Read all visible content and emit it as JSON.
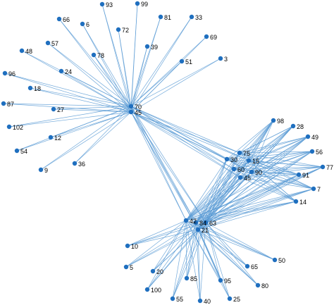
{
  "graph": {
    "edge_color": "#5b9bd5",
    "node_color": "#1f6fbf",
    "hubs": [
      {
        "id": "70",
        "label": "70",
        "neighbors": [
          "93",
          "99",
          "66",
          "6",
          "72",
          "81",
          "33",
          "57",
          "78",
          "39",
          "69",
          "48",
          "51",
          "3",
          "96",
          "24",
          "18",
          "87",
          "27",
          "102",
          "12",
          "54",
          "9",
          "36",
          "75",
          "30",
          "15",
          "60",
          "90",
          "45b",
          "42",
          "84",
          "63",
          "21"
        ]
      },
      {
        "id": "45a",
        "label": "45",
        "neighbors": [
          "93",
          "99",
          "66",
          "6",
          "72",
          "81",
          "33",
          "57",
          "78",
          "39",
          "69",
          "48",
          "51",
          "3",
          "96",
          "24",
          "18",
          "87",
          "27",
          "102",
          "12",
          "54",
          "9",
          "36",
          "75",
          "30",
          "15",
          "60",
          "90",
          "45b",
          "42",
          "84",
          "63",
          "21"
        ]
      },
      {
        "id": "42",
        "label": "42",
        "neighbors": [
          "10",
          "5",
          "20",
          "100",
          "55",
          "85",
          "40",
          "95",
          "25",
          "80",
          "65",
          "50",
          "75",
          "30",
          "15",
          "60",
          "90",
          "45b",
          "98",
          "28",
          "49",
          "56",
          "77",
          "91",
          "7",
          "14"
        ]
      },
      {
        "id": "84",
        "label": "84",
        "neighbors": [
          "10",
          "5",
          "20",
          "100",
          "55",
          "85",
          "40",
          "95",
          "25",
          "80",
          "65",
          "50",
          "75",
          "30",
          "15",
          "60",
          "90",
          "45b",
          "98",
          "28",
          "49",
          "56",
          "77",
          "91",
          "7",
          "14"
        ]
      },
      {
        "id": "63",
        "label": "63",
        "neighbors": [
          "10",
          "5",
          "20",
          "100",
          "55",
          "85",
          "40",
          "95",
          "25",
          "80",
          "65",
          "50",
          "75",
          "30",
          "15",
          "60",
          "90",
          "45b",
          "98",
          "28",
          "49",
          "56",
          "77",
          "91",
          "7",
          "14"
        ]
      },
      {
        "id": "21",
        "label": "21",
        "neighbors": [
          "10",
          "5",
          "20",
          "100",
          "55",
          "85",
          "40",
          "95",
          "25",
          "80",
          "65",
          "50",
          "75",
          "30",
          "15",
          "60",
          "90",
          "45b",
          "98",
          "28",
          "49",
          "56",
          "77",
          "91",
          "7",
          "14"
        ]
      },
      {
        "id": "75",
        "label": "75",
        "neighbors": [
          "98",
          "28",
          "49",
          "56",
          "77",
          "91",
          "7",
          "14"
        ]
      },
      {
        "id": "30",
        "label": "30",
        "neighbors": [
          "98",
          "28",
          "49",
          "56",
          "77",
          "91",
          "7",
          "14"
        ]
      },
      {
        "id": "15",
        "label": "15",
        "neighbors": [
          "98",
          "28",
          "49",
          "56",
          "77",
          "91",
          "7",
          "14"
        ]
      },
      {
        "id": "60",
        "label": "60",
        "neighbors": [
          "98",
          "28",
          "49",
          "56",
          "77",
          "91",
          "7",
          "14"
        ]
      },
      {
        "id": "90",
        "label": "90",
        "neighbors": [
          "98",
          "28",
          "49",
          "56",
          "77",
          "91",
          "7",
          "14"
        ]
      },
      {
        "id": "45b",
        "label": "45",
        "neighbors": [
          "98",
          "28",
          "49",
          "56",
          "77",
          "91",
          "7",
          "14"
        ]
      }
    ],
    "nodes": [
      {
        "id": "93",
        "label": "93"
      },
      {
        "id": "99",
        "label": "99"
      },
      {
        "id": "66",
        "label": "66"
      },
      {
        "id": "6",
        "label": "6"
      },
      {
        "id": "72",
        "label": "72"
      },
      {
        "id": "81",
        "label": "81"
      },
      {
        "id": "33",
        "label": "33"
      },
      {
        "id": "57",
        "label": "57"
      },
      {
        "id": "78",
        "label": "78"
      },
      {
        "id": "39",
        "label": "39"
      },
      {
        "id": "69",
        "label": "69"
      },
      {
        "id": "48",
        "label": "48"
      },
      {
        "id": "51",
        "label": "51"
      },
      {
        "id": "3",
        "label": "3"
      },
      {
        "id": "96",
        "label": "96"
      },
      {
        "id": "24",
        "label": "24"
      },
      {
        "id": "18",
        "label": "18"
      },
      {
        "id": "87",
        "label": "87"
      },
      {
        "id": "27",
        "label": "27"
      },
      {
        "id": "102",
        "label": "102"
      },
      {
        "id": "12",
        "label": "12"
      },
      {
        "id": "54",
        "label": "54"
      },
      {
        "id": "9",
        "label": "9"
      },
      {
        "id": "36",
        "label": "36"
      },
      {
        "id": "70",
        "label": "70"
      },
      {
        "id": "45a",
        "label": "45"
      },
      {
        "id": "98",
        "label": "98"
      },
      {
        "id": "28",
        "label": "28"
      },
      {
        "id": "49",
        "label": "49"
      },
      {
        "id": "56",
        "label": "56"
      },
      {
        "id": "77",
        "label": "77"
      },
      {
        "id": "91",
        "label": "91"
      },
      {
        "id": "7",
        "label": "7"
      },
      {
        "id": "14",
        "label": "14"
      },
      {
        "id": "75",
        "label": "75"
      },
      {
        "id": "30",
        "label": "30"
      },
      {
        "id": "15",
        "label": "15"
      },
      {
        "id": "60",
        "label": "60"
      },
      {
        "id": "90",
        "label": "90"
      },
      {
        "id": "45b",
        "label": "45"
      },
      {
        "id": "42",
        "label": "42"
      },
      {
        "id": "84",
        "label": "84"
      },
      {
        "id": "63",
        "label": "63"
      },
      {
        "id": "21",
        "label": "21"
      },
      {
        "id": "10",
        "label": "10"
      },
      {
        "id": "5",
        "label": "5"
      },
      {
        "id": "20",
        "label": "20"
      },
      {
        "id": "100",
        "label": "100"
      },
      {
        "id": "55",
        "label": "55"
      },
      {
        "id": "85",
        "label": "85"
      },
      {
        "id": "40",
        "label": "40"
      },
      {
        "id": "95",
        "label": "95"
      },
      {
        "id": "25",
        "label": "25"
      },
      {
        "id": "80",
        "label": "80"
      },
      {
        "id": "65",
        "label": "65"
      },
      {
        "id": "50",
        "label": "50"
      }
    ]
  }
}
